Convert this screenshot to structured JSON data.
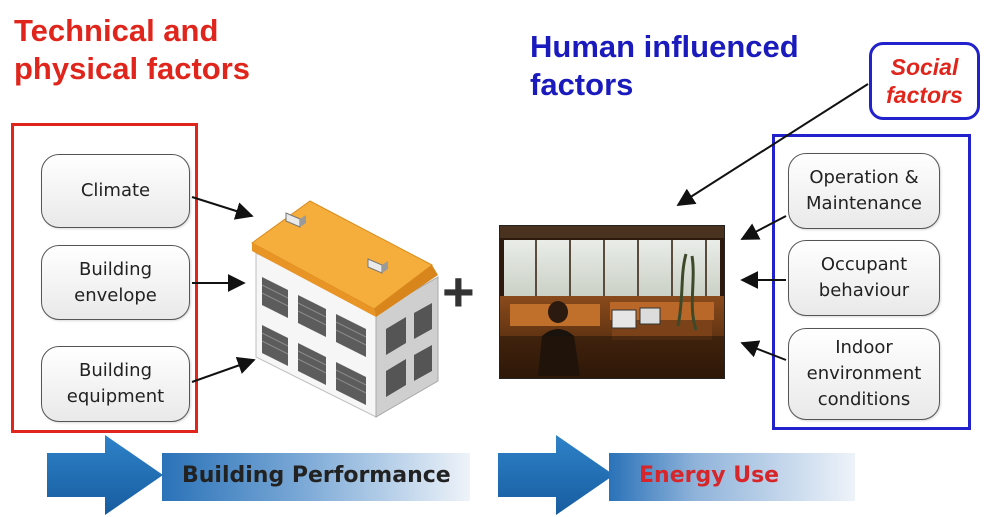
{
  "headings": {
    "technical": [
      "Technical and",
      "physical factors"
    ],
    "human": [
      "Human influenced",
      "factors"
    ],
    "social": [
      "Social",
      "factors"
    ]
  },
  "technical_factors": [
    {
      "lines": [
        "Climate"
      ]
    },
    {
      "lines": [
        "Building",
        "envelope"
      ]
    },
    {
      "lines": [
        "Building",
        "equipment"
      ]
    }
  ],
  "human_factors": [
    {
      "lines": [
        "Operation &",
        "Maintenance"
      ]
    },
    {
      "lines": [
        "Occupant",
        "behaviour"
      ]
    },
    {
      "lines": [
        "Indoor",
        "environment",
        "conditions"
      ]
    }
  ],
  "operator": "+",
  "outcomes": {
    "building_performance": "Building Performance",
    "energy_use": "Energy Use"
  },
  "colors": {
    "technical_accent": "#e0261c",
    "human_accent": "#1b1bbd",
    "flow_arrow": "#1f6fb5",
    "roof": "#f2a93a",
    "walls": "#f4f4f4"
  },
  "icons": {
    "building": "house-illustration",
    "photo": "office-occupant-photo"
  }
}
